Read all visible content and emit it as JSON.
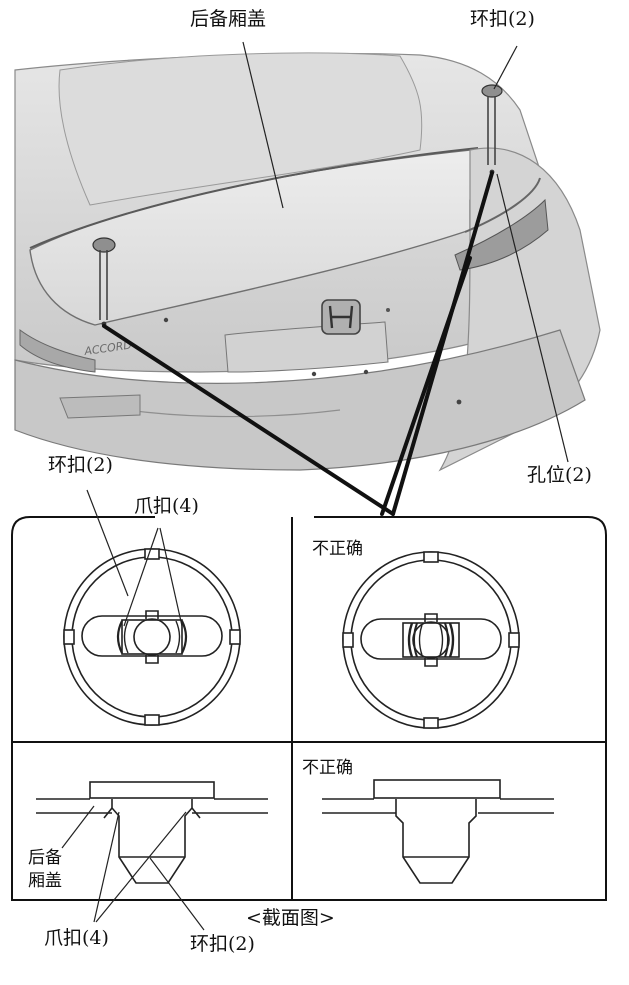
{
  "labels": {
    "trunk_lid": "后备厢盖",
    "ring_clip_top": "环扣(2)",
    "hole": "孔位(2)",
    "ring_clip_left": "环扣(2)",
    "claw_top": "爪扣(4)",
    "incorrect_top": "不正确",
    "incorrect_bottom": "不正确",
    "trunk_lid_line1": "后备",
    "trunk_lid_line2": "厢盖",
    "section_caption": "<截面图>",
    "claw_bottom": "爪扣(4)",
    "ring_clip_bottom": "环扣(2)"
  },
  "car_badge": "ACCORD"
}
